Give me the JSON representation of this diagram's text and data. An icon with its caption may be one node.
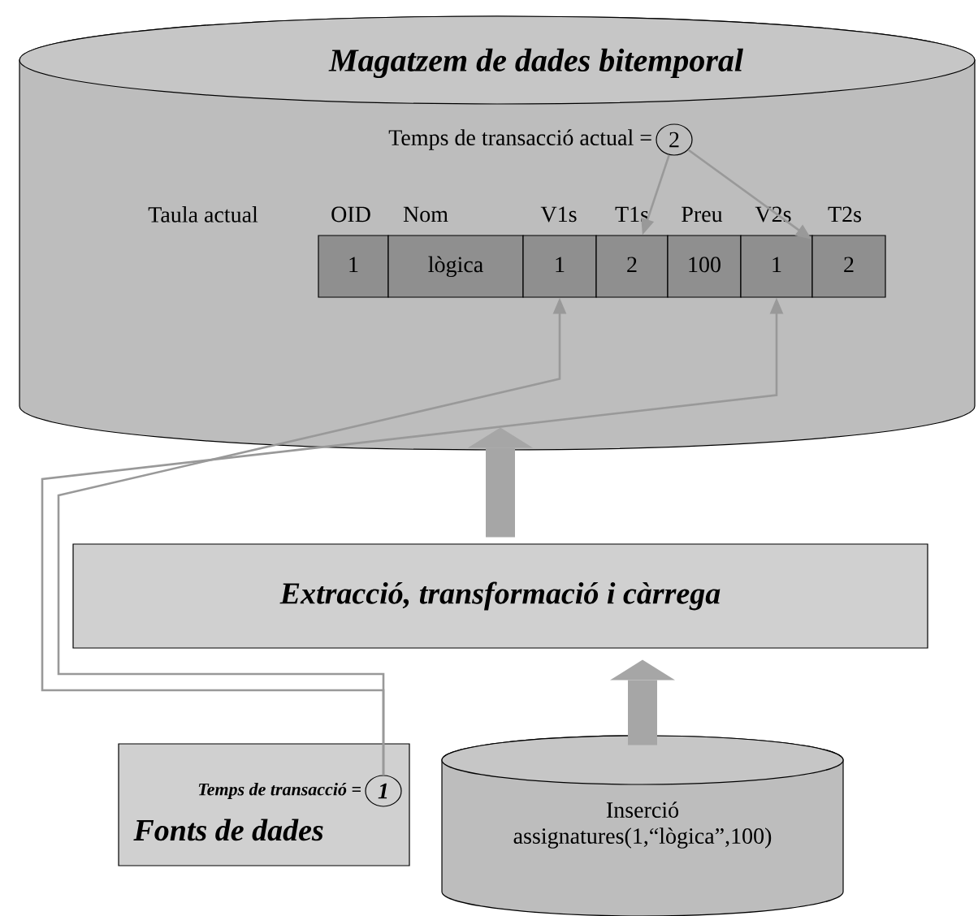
{
  "diagram": {
    "nodes": [
      {
        "text": [
          "Magatzem de dades bitemporal"
        ]
      },
      {
        "text": [
          "2"
        ],
        "in": 0,
        "beside": [
          "Temps de transacció actual ="
        ]
      },
      {
        "text": [
          "1"
        ],
        "in": 0
      },
      {
        "text": [
          "lògica"
        ],
        "in": 0
      },
      {
        "text": [
          "1"
        ],
        "in": 0
      },
      {
        "text": [
          "2"
        ],
        "in": 0
      },
      {
        "text": [
          "100"
        ],
        "in": 0
      },
      {
        "text": [
          "1"
        ],
        "in": 0
      },
      {
        "text": [
          "2"
        ],
        "in": 0
      },
      {
        "text": [
          "Extracció, transformació i càrrega"
        ]
      },
      {
        "text": [
          "Fonts de dades"
        ]
      },
      {
        "text": [
          "1"
        ],
        "in": 10,
        "beside": [
          "Temps de transacció ="
        ]
      },
      {
        "text": [
          "Inserció assignatures(1,“lògica”,100)"
        ]
      }
    ],
    "edges": [
      {
        "from": 1,
        "to": 5,
        "arrow": "to"
      },
      {
        "from": 1,
        "to": 8,
        "arrow": "to"
      },
      {
        "from": 11,
        "to": 4,
        "arrow": "to"
      },
      {
        "from": 11,
        "to": 7,
        "arrow": "to"
      },
      {
        "from": 12,
        "to": 9,
        "arrow": "to",
        "style": "thick"
      },
      {
        "from": 9,
        "to": 0,
        "arrow": "to",
        "style": "thick"
      }
    ],
    "labels": [
      "Taula actual",
      "OID",
      "Nom",
      "V1s",
      "T1s",
      "Preu",
      "V2s",
      "T2s"
    ]
  }
}
